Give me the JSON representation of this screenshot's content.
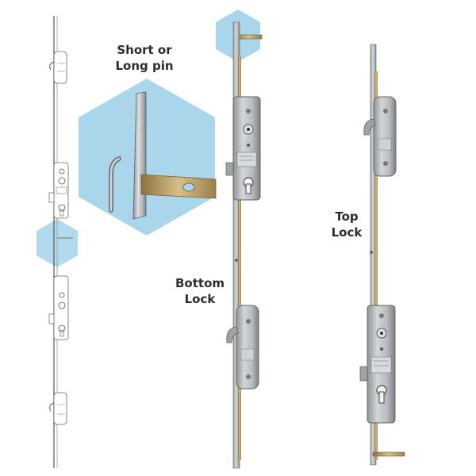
{
  "labels": {
    "pin_line1": "Short or",
    "pin_line2": "Long pin",
    "bottom_line1": "Bottom",
    "bottom_line2": "Lock",
    "top_line1": "Top",
    "top_line2": "Lock"
  },
  "colors": {
    "hexagon": "#a9d6ea",
    "metal": "#b4b8bb",
    "metal_dark": "#6f7478",
    "rod": "#c2a56a",
    "rod_dark": "#8c7240",
    "text": "#2d2d2d"
  },
  "icons": [
    "hexagon-highlight",
    "multipoint-lock"
  ]
}
